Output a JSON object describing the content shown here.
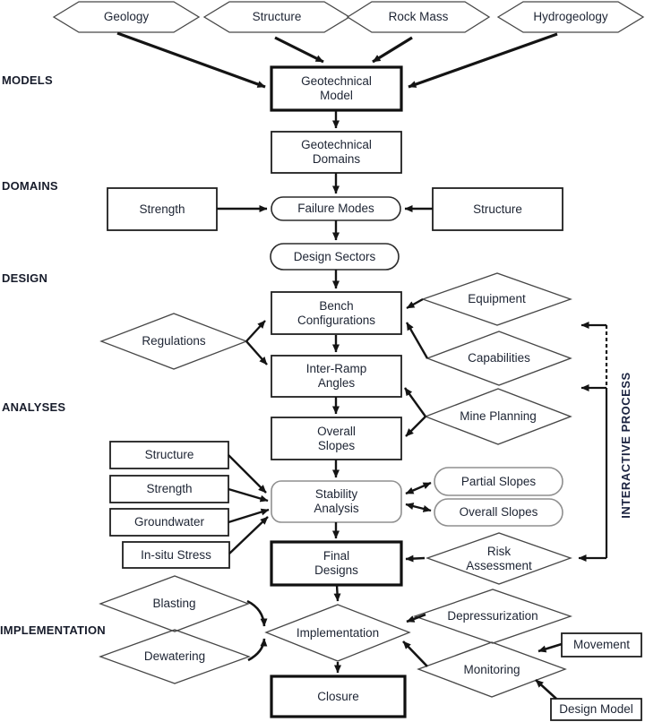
{
  "figure": {
    "type": "flowchart",
    "description": "Slope design process flowchart"
  },
  "sections": {
    "models": "MODELS",
    "domains": "DOMAINS",
    "design": "DESIGN",
    "analyses": "ANALYSES",
    "implementation": "IMPLEMENTATION"
  },
  "nodes": {
    "geology": {
      "label": "Geology"
    },
    "structure_top": {
      "label": "Structure"
    },
    "rock_mass": {
      "label": "Rock Mass"
    },
    "hydrogeology": {
      "label": "Hydrogeology"
    },
    "geotechnical_model": {
      "label": "Geotechnical\nModel"
    },
    "geotechnical_domains": {
      "label": "Geotechnical\nDomains"
    },
    "strength_domains": {
      "label": "Strength"
    },
    "failure_modes": {
      "label": "Failure Modes"
    },
    "structure_domains": {
      "label": "Structure"
    },
    "design_sectors": {
      "label": "Design Sectors"
    },
    "bench_configurations": {
      "label": "Bench\nConfigurations"
    },
    "equipment": {
      "label": "Equipment"
    },
    "regulations": {
      "label": "Regulations"
    },
    "capabilities": {
      "label": "Capabilities"
    },
    "inter_ramp_angles": {
      "label": "Inter-Ramp\nAngles"
    },
    "mine_planning": {
      "label": "Mine Planning"
    },
    "overall_slopes_box": {
      "label": "Overall\nSlopes"
    },
    "structure_analyses": {
      "label": "Structure"
    },
    "strength_analyses": {
      "label": "Strength"
    },
    "groundwater": {
      "label": "Groundwater"
    },
    "insitu_stress": {
      "label": "In-situ Stress"
    },
    "stability_analysis": {
      "label": "Stability\nAnalysis"
    },
    "partial_slopes": {
      "label": "Partial Slopes"
    },
    "overall_slopes_stadium": {
      "label": "Overall Slopes"
    },
    "final_designs": {
      "label": "Final\nDesigns"
    },
    "risk_assessment": {
      "label": "Risk\nAssessment"
    },
    "blasting": {
      "label": "Blasting"
    },
    "dewatering": {
      "label": "Dewatering"
    },
    "implementation_node": {
      "label": "Implementation"
    },
    "depressurization": {
      "label": "Depressurization"
    },
    "monitoring": {
      "label": "Monitoring"
    },
    "movement": {
      "label": "Movement"
    },
    "design_model": {
      "label": "Design Model"
    },
    "closure": {
      "label": "Closure"
    }
  },
  "rail": {
    "label": "INTERACTIVE PROCESS"
  },
  "colors": {
    "background": "#ffffff",
    "text": "#1d2433",
    "arrow_line": "#141414",
    "bold_box_border": "#101010",
    "box_border": "#1f1f1f",
    "thin_shape_border": "#474747",
    "soft_shape_border": "#8f8f8f"
  }
}
